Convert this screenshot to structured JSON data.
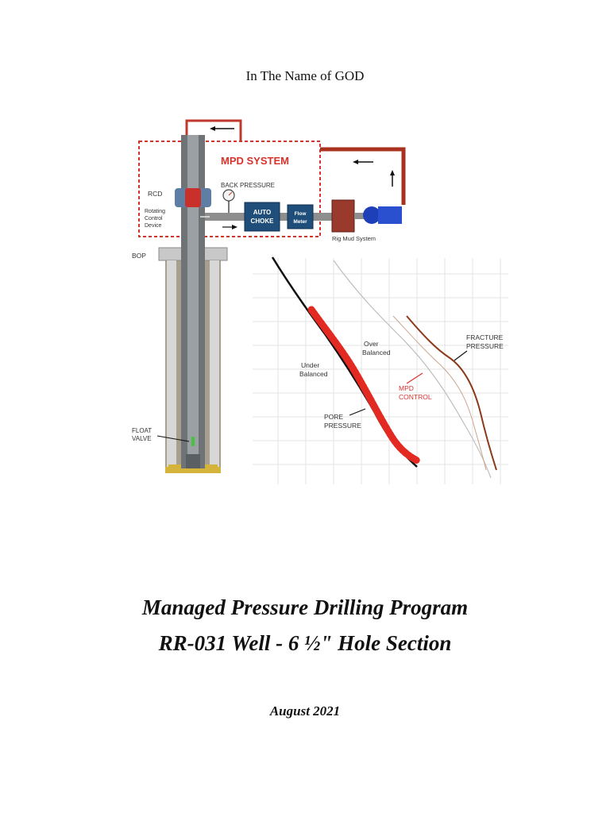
{
  "header": {
    "dedication": "In The Name of GOD"
  },
  "figure": {
    "mpd_system": "MPD SYSTEM",
    "back_pressure": "BACK PRESSURE",
    "rcd": "RCD",
    "rcd_desc": [
      "Rotating",
      "Control",
      "Device"
    ],
    "auto_choke": [
      "AUTO",
      "CHOKE"
    ],
    "flow_meter": [
      "Flow",
      "Meter"
    ],
    "rig_mud_system": "Rig Mud System",
    "bop": "BOP",
    "float_valve": [
      "FLOAT",
      "VALVE"
    ],
    "under_balanced": [
      "Under",
      "Balanced"
    ],
    "over_balanced": [
      "Over",
      "Balanced"
    ],
    "fracture_pressure": [
      "FRACTURE",
      "PRESSURE"
    ],
    "mpd_control": [
      "MPD",
      "CONTROL"
    ],
    "pore_pressure": [
      "PORE",
      "PRESSURE"
    ],
    "colors": {
      "mpd_red": "#d8322c",
      "pipe_red": "#a8321e",
      "choke_blue": "#1f4e7a",
      "mud_tank": "#9a3a2c",
      "pump_blue": "#1d3fb8",
      "fracture_brown": "#8b3a1a"
    }
  },
  "document": {
    "title_line1": "Managed Pressure Drilling Program",
    "title_line2": "RR-031 Well - 6 ½\" Hole Section",
    "date": "August 2021"
  }
}
